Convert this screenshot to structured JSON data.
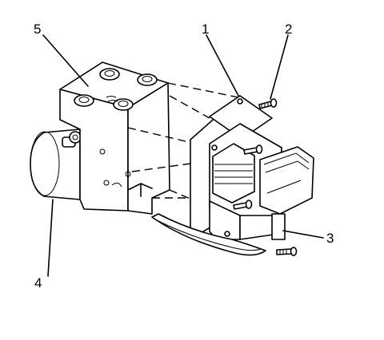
{
  "diagram": {
    "callouts": [
      {
        "id": "1",
        "label": "1"
      },
      {
        "id": "2",
        "label": "2"
      },
      {
        "id": "3",
        "label": "3"
      },
      {
        "id": "4",
        "label": "4"
      },
      {
        "id": "5",
        "label": "5"
      }
    ],
    "colors": {
      "stroke": "#000000",
      "background": "#ffffff"
    }
  }
}
